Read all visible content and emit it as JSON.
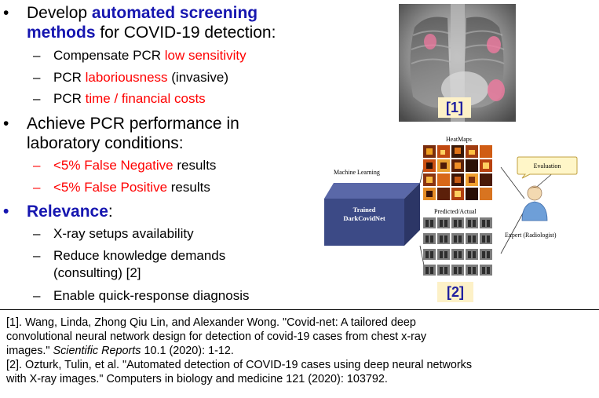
{
  "bullets": {
    "b1": {
      "marker": "•",
      "pre": "Develop ",
      "highlight": "automated screening",
      "line2_highlight": "methods",
      "line2_rest": " for COVID-19 detection:"
    },
    "b1_subs": [
      {
        "marker": "–",
        "pre": "Compensate PCR ",
        "red": "low sensitivity",
        "post": ""
      },
      {
        "marker": "–",
        "pre": "PCR ",
        "red": "laboriousness",
        "post": " (invasive)"
      },
      {
        "marker": "–",
        "pre": "PCR ",
        "red": "time / financial costs",
        "post": ""
      }
    ],
    "b2": {
      "marker": "•",
      "line1": "Achieve PCR performance in",
      "line2": "laboratory conditions:"
    },
    "b2_subs": [
      {
        "marker": "–",
        "red": "<5% False Negative",
        "post": " results"
      },
      {
        "marker": "–",
        "red": "<5% False Positive",
        "post": " results"
      }
    ],
    "b3": {
      "marker": "•",
      "highlight": "Relevance",
      "rest": ":"
    },
    "b3_subs": [
      {
        "marker": "–",
        "line1": "X-ray setups availability"
      },
      {
        "marker": "–",
        "line1": "Reduce knowledge demands",
        "line2": "(consulting) [2]"
      },
      {
        "marker": "–",
        "line1": "Enable quick-response diagnosis"
      }
    ]
  },
  "figure1": {
    "label": "[1]"
  },
  "figure2": {
    "label": "[2]",
    "ml_label": "Machine Learning",
    "net_line1": "Trained",
    "net_line2": "DarkCovidNet",
    "heatmaps_label": "HeatMaps",
    "pred_label": "Predicted/Actual",
    "evaluation_label": "Evaluation",
    "expert_label": "Expert (Radiologist)"
  },
  "references": {
    "r1_line1": "[1]. Wang, Linda, Zhong Qiu Lin, and Alexander  Wong. \"Covid-net: A tailored deep",
    "r1_line2": "convolutional neural network design for detection of covid-19 cases from chest x-ray",
    "r1_line3_pre": "images.\" ",
    "r1_line3_journal": "Scientific Reports",
    "r1_line3_post": " 10.1 (2020): 1-12.",
    "r2_line1": "[2]. Ozturk, Tulin,  et al. \"Automated  detection of COVID-19 cases using deep neural networks",
    "r2_line2": "with X-ray images.\" Computers in biology and medicine 121 (2020): 103792."
  },
  "colors": {
    "red": "#ff0000",
    "blue": "#1616b0",
    "label_bg": "#fdf1c7",
    "network_box": "#3c4a86"
  }
}
